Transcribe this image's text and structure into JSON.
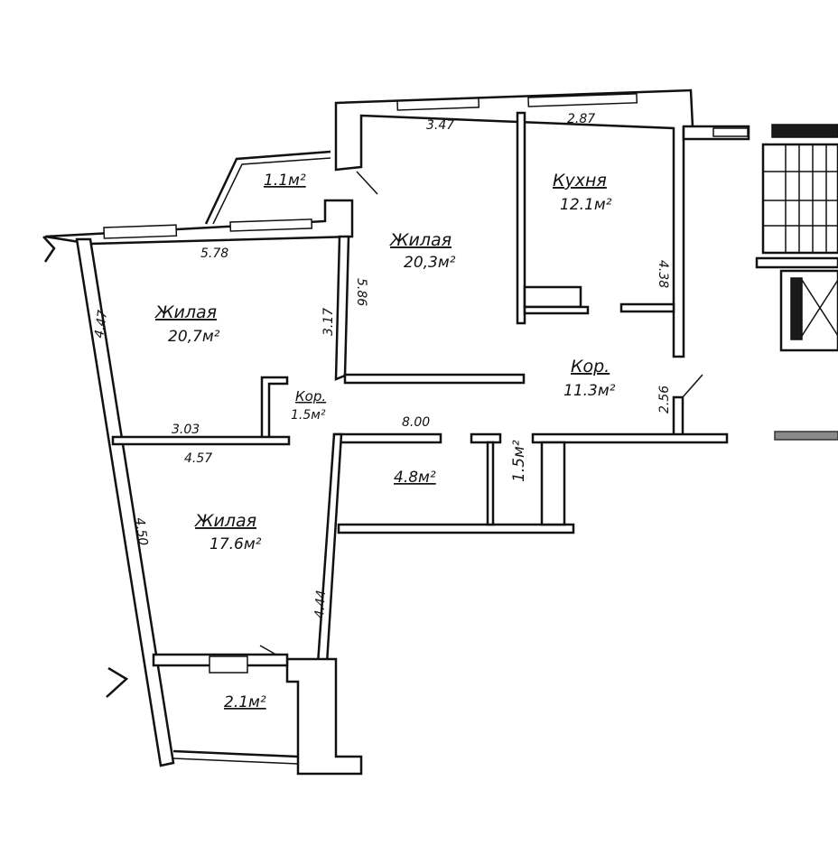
{
  "plan": {
    "rooms": [
      {
        "name": "Жилая",
        "area": "20,7м²"
      },
      {
        "name": "Жилая",
        "area": "20,3м²"
      },
      {
        "name": "Кухня",
        "area": "12.1м²"
      },
      {
        "name": "Кор.",
        "area": "11.3м²"
      },
      {
        "name": "Кор.",
        "area": "1.5м²"
      },
      {
        "name": "Жилая",
        "area": "17.6м²"
      }
    ],
    "balconies": [
      "1.1м²",
      "2.1м²"
    ],
    "small_rooms": [
      "4.8м²",
      "1.5м²"
    ],
    "dimensions": {
      "d347": "3.47",
      "d287": "2.87",
      "d438": "4.38",
      "d578": "5.78",
      "d317": "3.17",
      "d586": "5.86",
      "d447": "4.47",
      "d256": "2.56",
      "d303": "3.03",
      "d800": "8.00",
      "d457": "4.57",
      "d450": "4.50",
      "d444": "4.44"
    }
  }
}
